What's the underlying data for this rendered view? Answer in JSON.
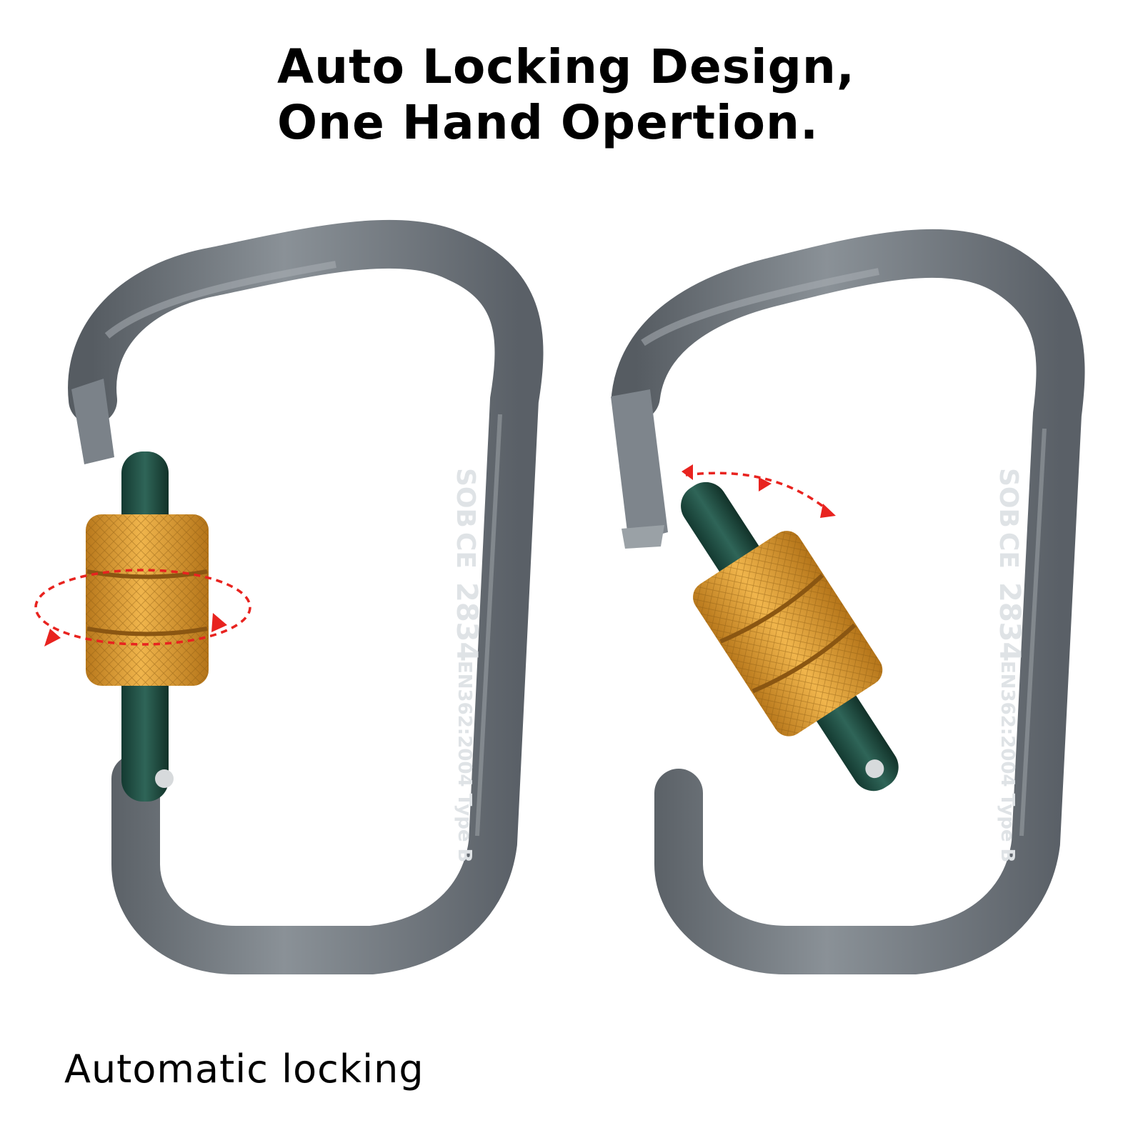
{
  "headline": {
    "line1": "Auto Locking Design,",
    "line2": "One Hand Opertion."
  },
  "caption": "Automatic locking",
  "carabiner_engraving": {
    "brand": "SOB",
    "mark": "CE",
    "number": "2834",
    "standard": "EN362:2004 Type B"
  },
  "colors": {
    "frame": "#6a7178",
    "gate": "#1f4a40",
    "sleeve": "#d99a2e",
    "arrow": "#e8231f"
  },
  "icons": {
    "rotate_arrow": "rotation-arrow-icon",
    "swing_arrow": "gate-swing-arrow-icon"
  }
}
